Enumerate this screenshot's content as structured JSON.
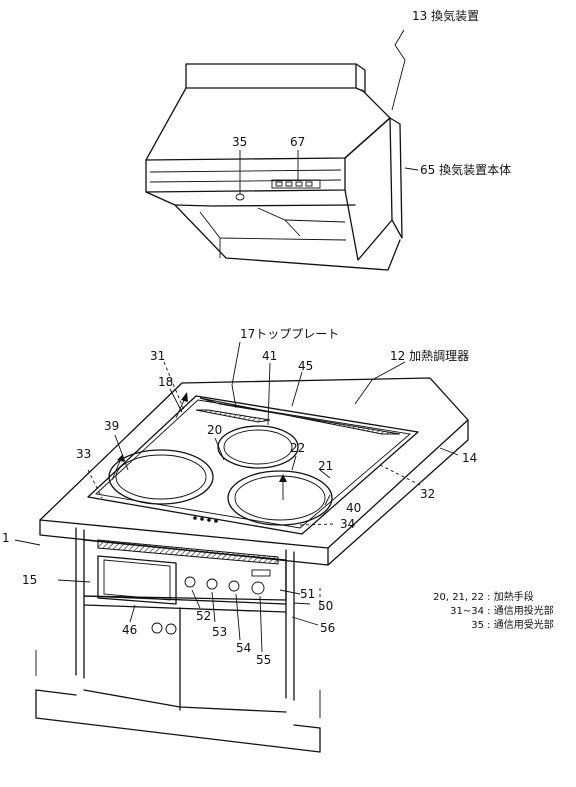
{
  "labels": {
    "hood": "13 換気装置",
    "hood_body": "65 換気装置本体",
    "topplate": "17トッププレート",
    "cooker": "12 加熱調理器",
    "n1": "1",
    "n14": "14",
    "n15": "15",
    "n18": "18",
    "n20": "20",
    "n21": "21",
    "n22": "22",
    "n31": "31",
    "n32": "32",
    "n33": "33",
    "n34": "34",
    "n35": "35",
    "n39": "39",
    "n40": "40",
    "n41": "41",
    "n45": "45",
    "n46": "46",
    "n50": "50",
    "n51": "51",
    "n52": "52",
    "n53": "53",
    "n54": "54",
    "n55": "55",
    "n56": "56",
    "n67": "67"
  },
  "legend": [
    {
      "key": "20, 21, 22",
      "sep": " : ",
      "desc": "加熱手段"
    },
    {
      "key": "31~34",
      "sep": " : ",
      "desc": "通信用投光部"
    },
    {
      "key": "35",
      "sep": " : ",
      "desc": "通信用受光部"
    }
  ]
}
